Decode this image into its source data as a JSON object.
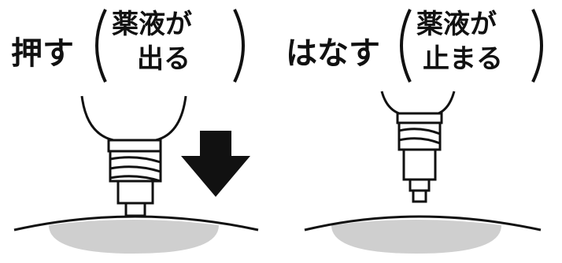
{
  "panels": {
    "push": {
      "action": "押す",
      "result_line1": "薬液が",
      "result_line2": "出る"
    },
    "release": {
      "action": "はなす",
      "result_line1": "薬液が",
      "result_line2": "止まる"
    }
  },
  "icons": {
    "push": "down-arrow-icon"
  },
  "colors": {
    "ink": "#111111",
    "skin_shadow": "#cfcfcf",
    "background": "#ffffff"
  }
}
